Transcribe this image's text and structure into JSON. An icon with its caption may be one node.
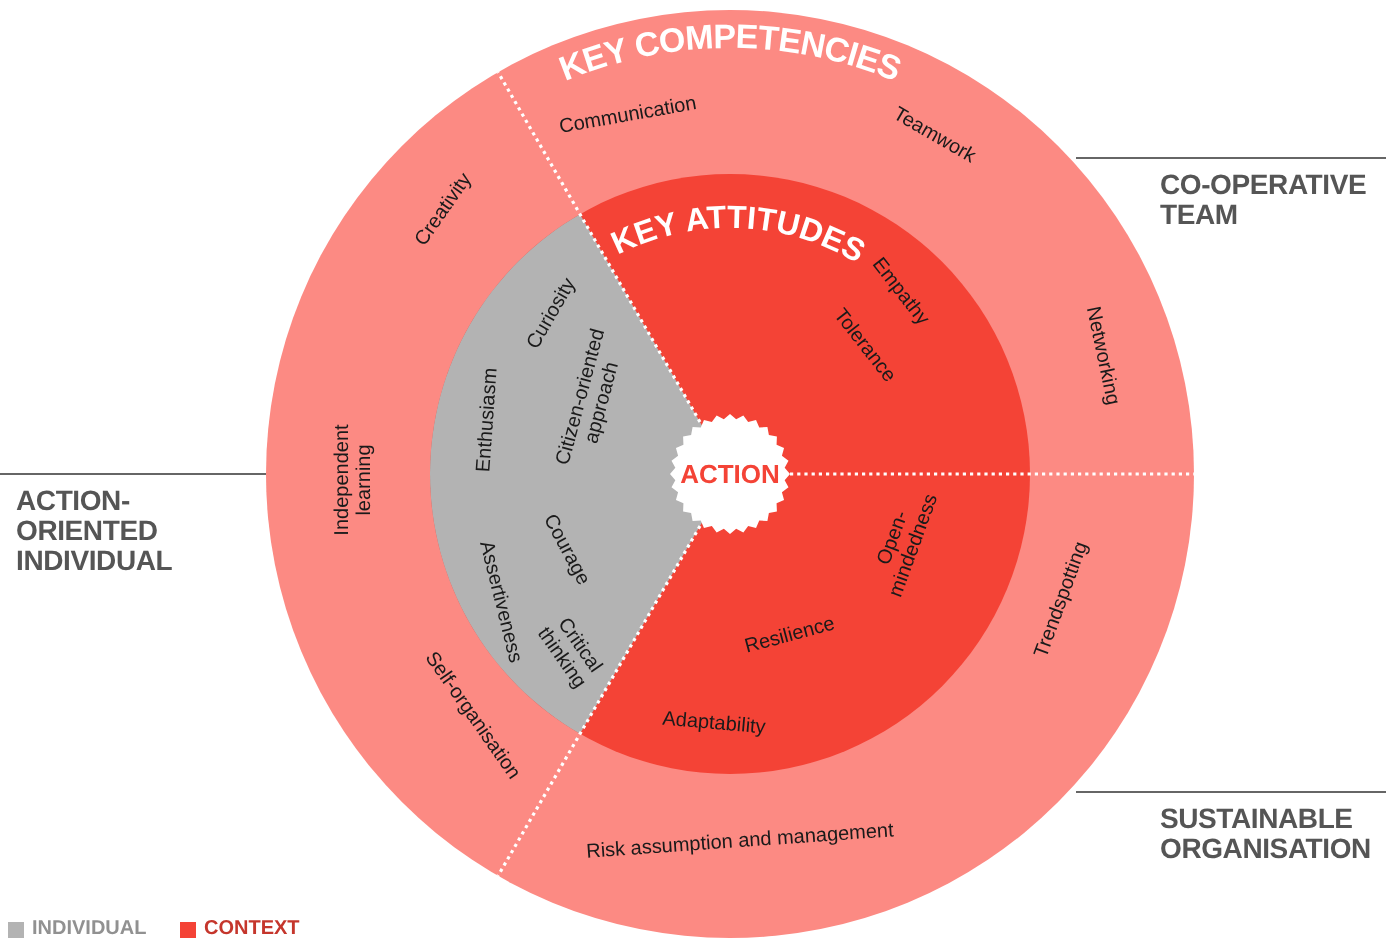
{
  "diagram": {
    "nodes": [
      {
        "text": [
          "KEY COMPETENCIES"
        ]
      },
      {
        "text": [
          "KEY ATTITUDES"
        ],
        "in": 0
      },
      {
        "text": [
          "ACTION"
        ],
        "in": 1
      }
    ],
    "labels": [
      "Communication",
      "Teamwork",
      "CO-OPERATIVE TEAM",
      "Creativity",
      "Empathy",
      "Curiosity",
      "Tolerance",
      "Networking",
      "Citizen-oriented approach",
      "Enthusiasm",
      "Independent learning",
      "ACTION-ORIENTED INDIVIDUAL",
      "Open-mindedness",
      "Courage",
      "Assertiveness",
      "Trendspotting",
      "Resilience",
      "Critical thinking",
      "Self-organisation",
      "Adaptability",
      "SUSTAINABLE ORGANISATION",
      "Risk assumption and management"
    ],
    "legend": [
      {
        "text": "INDIVIDUAL",
        "color": "#b3b3b3"
      },
      {
        "text": "CONTEXT",
        "color": "#f44336"
      }
    ]
  }
}
